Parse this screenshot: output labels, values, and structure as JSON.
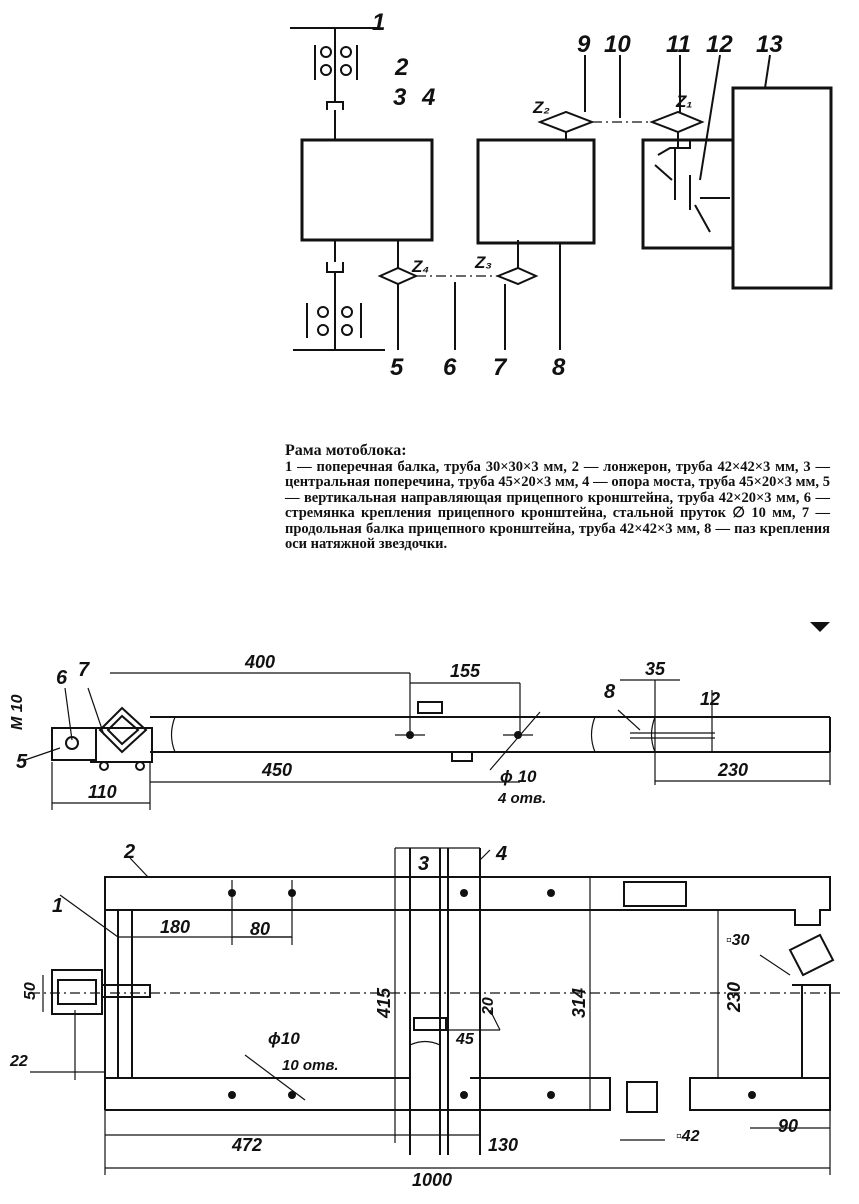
{
  "schematic": {
    "numbers": [
      "1",
      "2",
      "3",
      "4",
      "5",
      "6",
      "7",
      "8",
      "9",
      "10",
      "11",
      "12",
      "13"
    ],
    "gears": {
      "z1": "Z₁",
      "z2": "Z₂",
      "z3": "Z₃",
      "z4": "Z₄"
    }
  },
  "caption": {
    "title": "Рама мотоблока:",
    "body": "1 — поперечная балка, труба 30×30×3 мм, 2 — лонжерон, труба 42×42×3 мм, 3 — центральная поперечина, труба 45×20×3 мм, 4 — опора моста, труба 45×20×3 мм, 5 — вертикальная направляющая прицепного кронштейна, труба 42×20×3 мм, 6 — стремянка крепления прицепного кронштейна, стальной пруток ∅ 10 мм, 7 — продольная балка прицепного кронштейна, труба 42×42×3 мм, 8 — паз крепления оси натяжной звездочки."
  },
  "side_view": {
    "dims": {
      "d400": "400",
      "d155": "155",
      "d35": "35",
      "d12": "12",
      "d450": "450",
      "d230": "230",
      "d110": "110",
      "m10": "M 10",
      "phi10": "ϕ 10",
      "holes4": "4 отв."
    },
    "labels": {
      "n5": "5",
      "n6": "6",
      "n7": "7",
      "n8": "8"
    }
  },
  "top_view": {
    "dims": {
      "d180": "180",
      "d80": "80",
      "d50": "50",
      "d22": "22",
      "d415": "415",
      "d314": "314",
      "d20": "20",
      "d45": "45",
      "d230": "230",
      "sq30": "▫30",
      "phi10": "ϕ10",
      "holes10": "10 отв.",
      "d472": "472",
      "d130": "130",
      "sq42": "▫42",
      "d90": "90",
      "d1000": "1000"
    },
    "labels": {
      "n1": "1",
      "n2": "2",
      "n3": "3",
      "n4": "4"
    }
  }
}
